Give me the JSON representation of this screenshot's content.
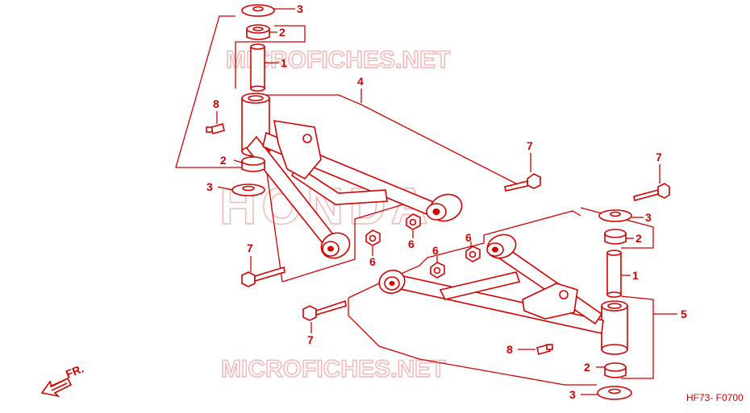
{
  "callouts": {
    "n1": "1",
    "n2": "2",
    "n3": "3",
    "n4": "4",
    "n5": "5",
    "n6": "6",
    "n7": "7",
    "n8": "8"
  },
  "watermark": {
    "site": "MICROFICHES.NET",
    "brand": "HONDA"
  },
  "front_indicator": "FR.",
  "diagram_code": "HF73- F0700",
  "colors": {
    "line": "#d40000",
    "watermark": "#f3b5b5"
  }
}
